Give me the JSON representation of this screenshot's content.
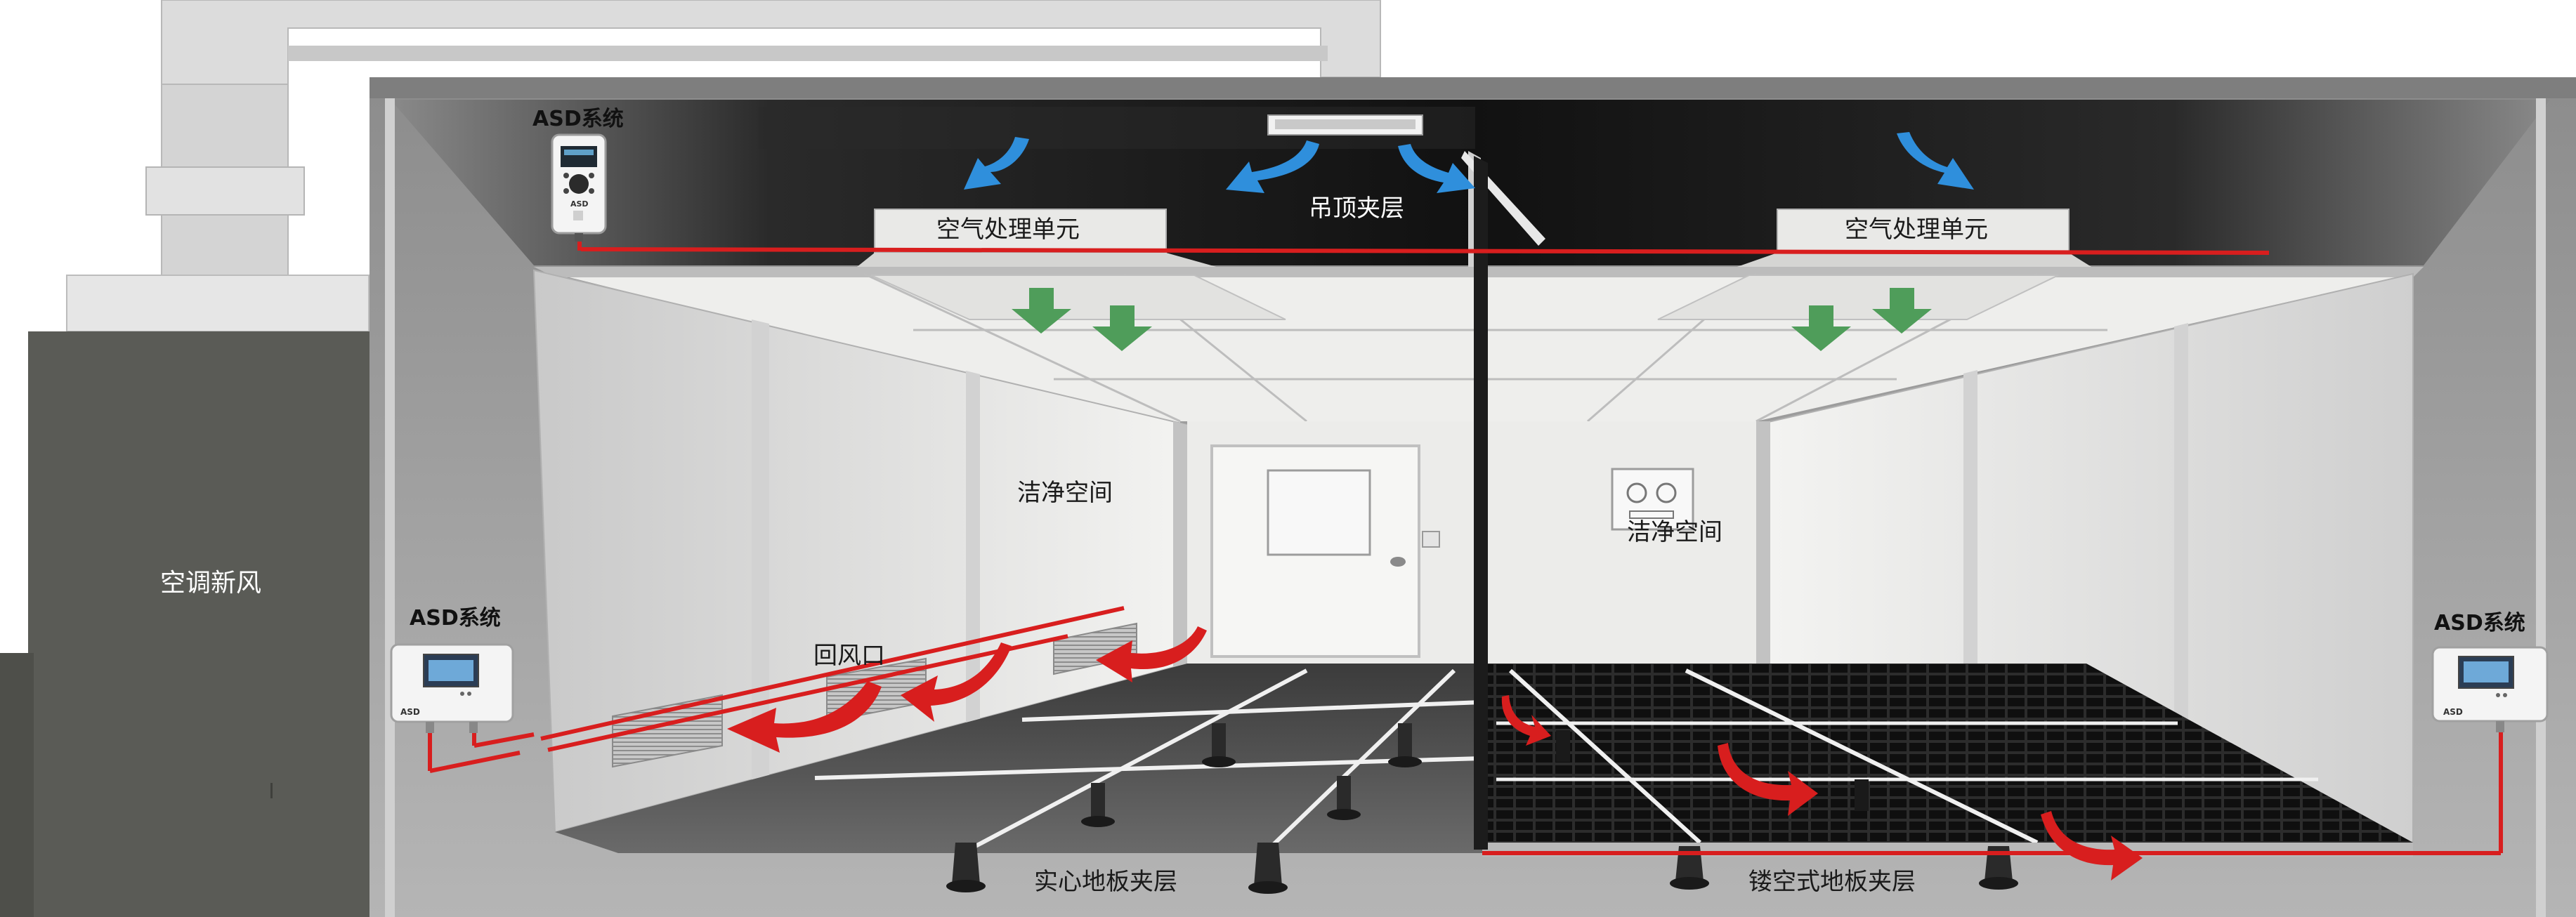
{
  "labels": {
    "fresh_air_unit": "空调新风",
    "ceiling_interlayer": "吊顶夹层",
    "air_handling_unit_left": "空气处理单元",
    "air_handling_unit_right": "空气处理单元",
    "clean_space_left": "洁净空间",
    "clean_space_right": "洁净空间",
    "return_air_vent": "回风口",
    "solid_floor_interlayer": "实心地板夹层",
    "perforated_floor_interlayer": "镂空式地板夹层",
    "asd_system_top": "ASD系统",
    "asd_system_left": "ASD系统",
    "asd_system_right": "ASD系统"
  },
  "device_logos": {
    "asd_top": "ASD",
    "asd_left": "ASD",
    "asd_right": "ASD"
  },
  "icons": {
    "supply_air_arrow": "blue-curved-arrow-icon",
    "filtered_air_arrow": "green-down-arrow-icon",
    "return_air_arrow": "red-curved-arrow-icon"
  },
  "colors": {
    "supply_air": "#2f8fdc",
    "filtered_air": "#4f9d5a",
    "return_air_and_sampling_pipe": "#d81e1e",
    "building_shell": "#9a9a9a",
    "ahu_housing": "#5a5b56"
  }
}
